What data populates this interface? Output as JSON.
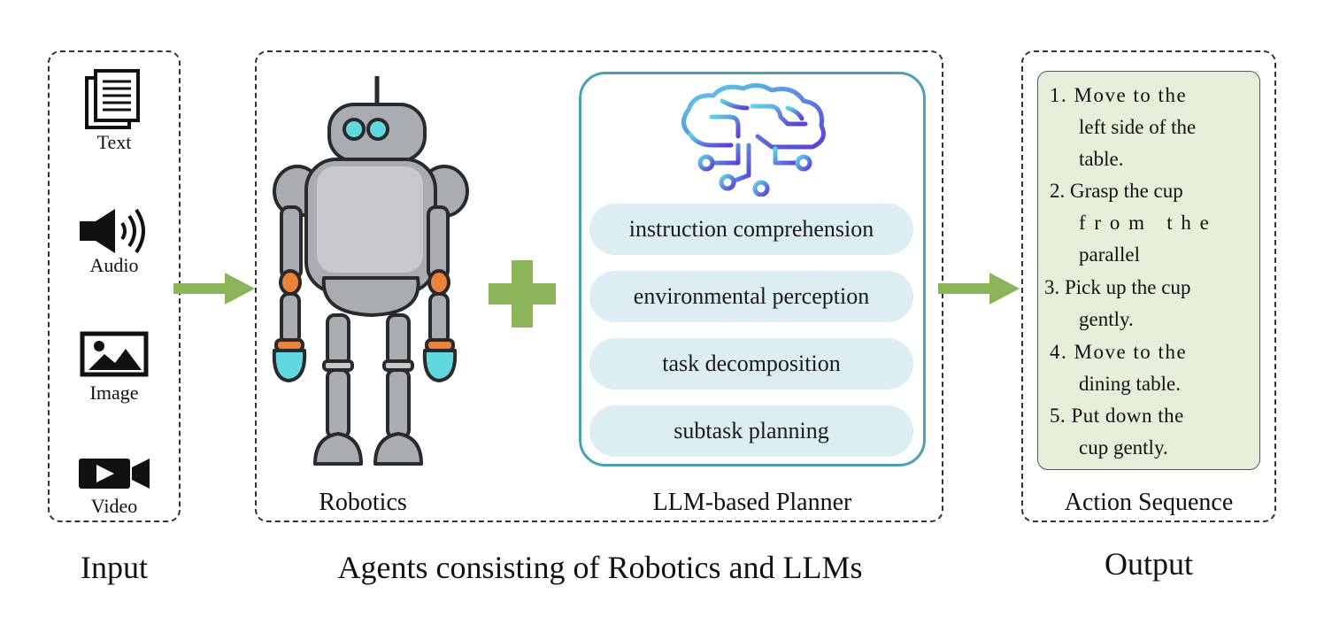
{
  "input": {
    "items": [
      {
        "label": "Text",
        "icon": "document-icon"
      },
      {
        "label": "Audio",
        "icon": "speaker-icon"
      },
      {
        "label": "Image",
        "icon": "image-icon"
      },
      {
        "label": "Video",
        "icon": "video-camera-icon"
      }
    ],
    "caption": "Input"
  },
  "agents": {
    "robotics_label": "Robotics",
    "planner_label": "LLM-based Planner",
    "caption": "Agents consisting of Robotics and LLMs",
    "planner_steps": [
      "instruction comprehension",
      "environmental perception",
      "task decomposition",
      "subtask planning"
    ]
  },
  "output": {
    "caption": "Output",
    "box_label": "Action Sequence",
    "steps": [
      {
        "lines": [
          "1. Move to the",
          "left side of the",
          "table."
        ]
      },
      {
        "lines": [
          "2. Grasp the cup",
          "f r o m   t h e",
          "parallel"
        ]
      },
      {
        "lines": [
          "3. Pick up the cup",
          "gently."
        ]
      },
      {
        "lines": [
          "4. Move to the",
          "dining table."
        ]
      },
      {
        "lines": [
          "5. Put down the",
          "cup gently."
        ]
      }
    ]
  },
  "colors": {
    "arrow": "#8cb55a",
    "plus": "#8cb55a",
    "planner_border": "#4aa0b4",
    "pill_fill": "#dcedf3",
    "action_fill": "#e6efd9",
    "robot_body": "#a9acb1",
    "robot_joint": "#e9823a",
    "robot_eye": "#5fd8e0",
    "brain_gradient_start": "#5fd3e8",
    "brain_gradient_end": "#5b3fd6"
  }
}
